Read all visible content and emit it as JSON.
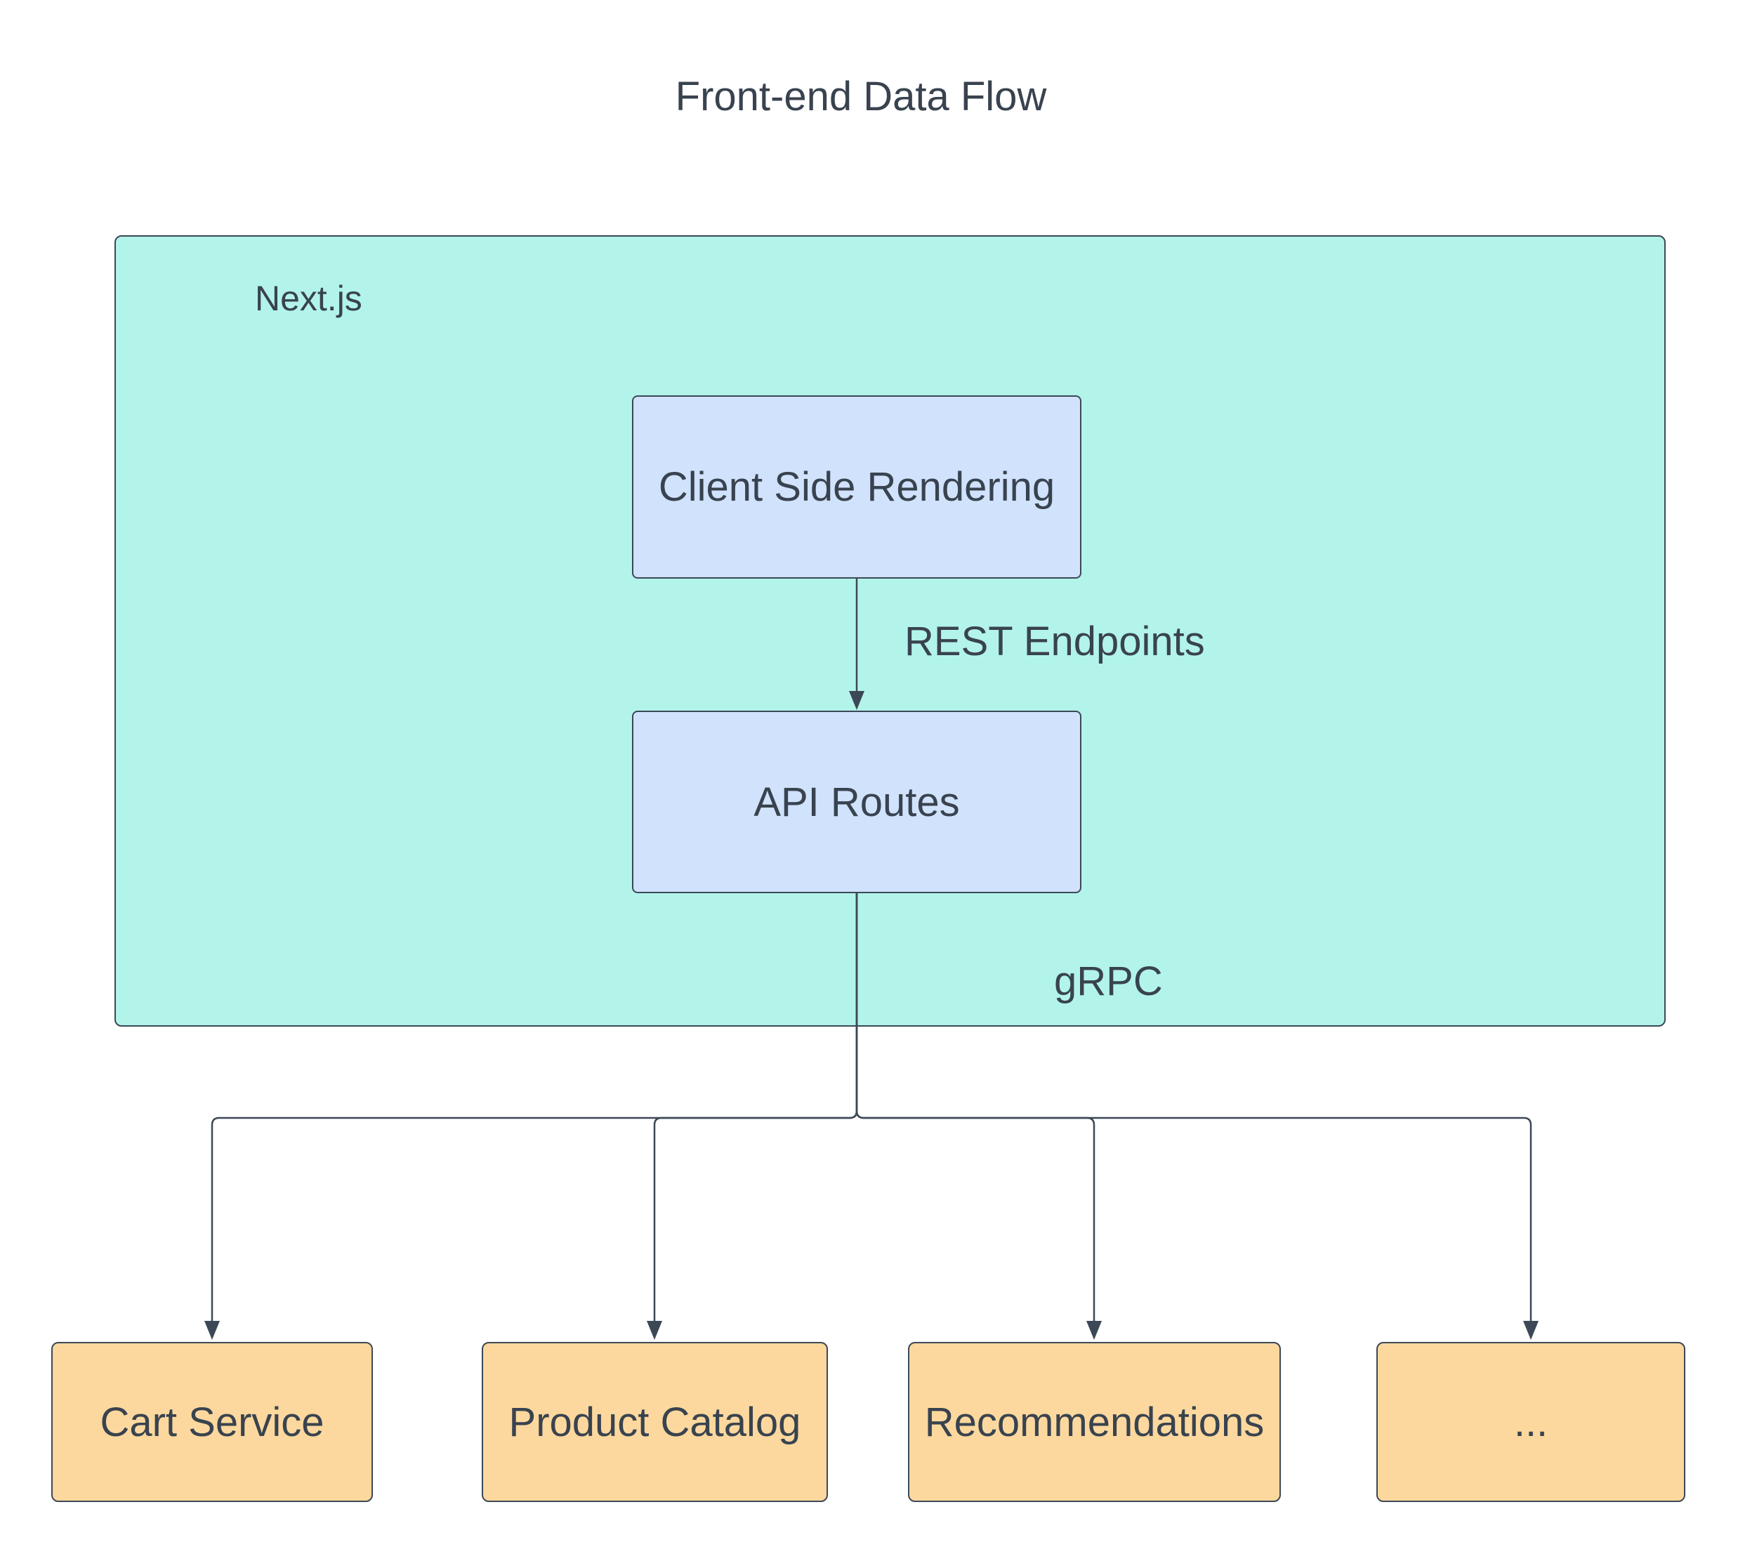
{
  "title": "Front-end Data Flow",
  "container": {
    "label": "Next.js"
  },
  "nodes": {
    "csr": {
      "label": "Client Side Rendering"
    },
    "api": {
      "label": "API Routes"
    }
  },
  "edge_labels": {
    "rest": "REST Endpoints",
    "grpc": "gRPC"
  },
  "services": [
    {
      "label": "Cart Service"
    },
    {
      "label": "Product Catalog"
    },
    {
      "label": "Recommendations"
    },
    {
      "label": "..."
    }
  ],
  "colors": {
    "background": "#ffffff",
    "container_fill": "#b2f4e9",
    "node_fill": "#d0e2fc",
    "service_fill": "#fcd89e",
    "stroke": "#3c4856",
    "text": "#39434f"
  }
}
